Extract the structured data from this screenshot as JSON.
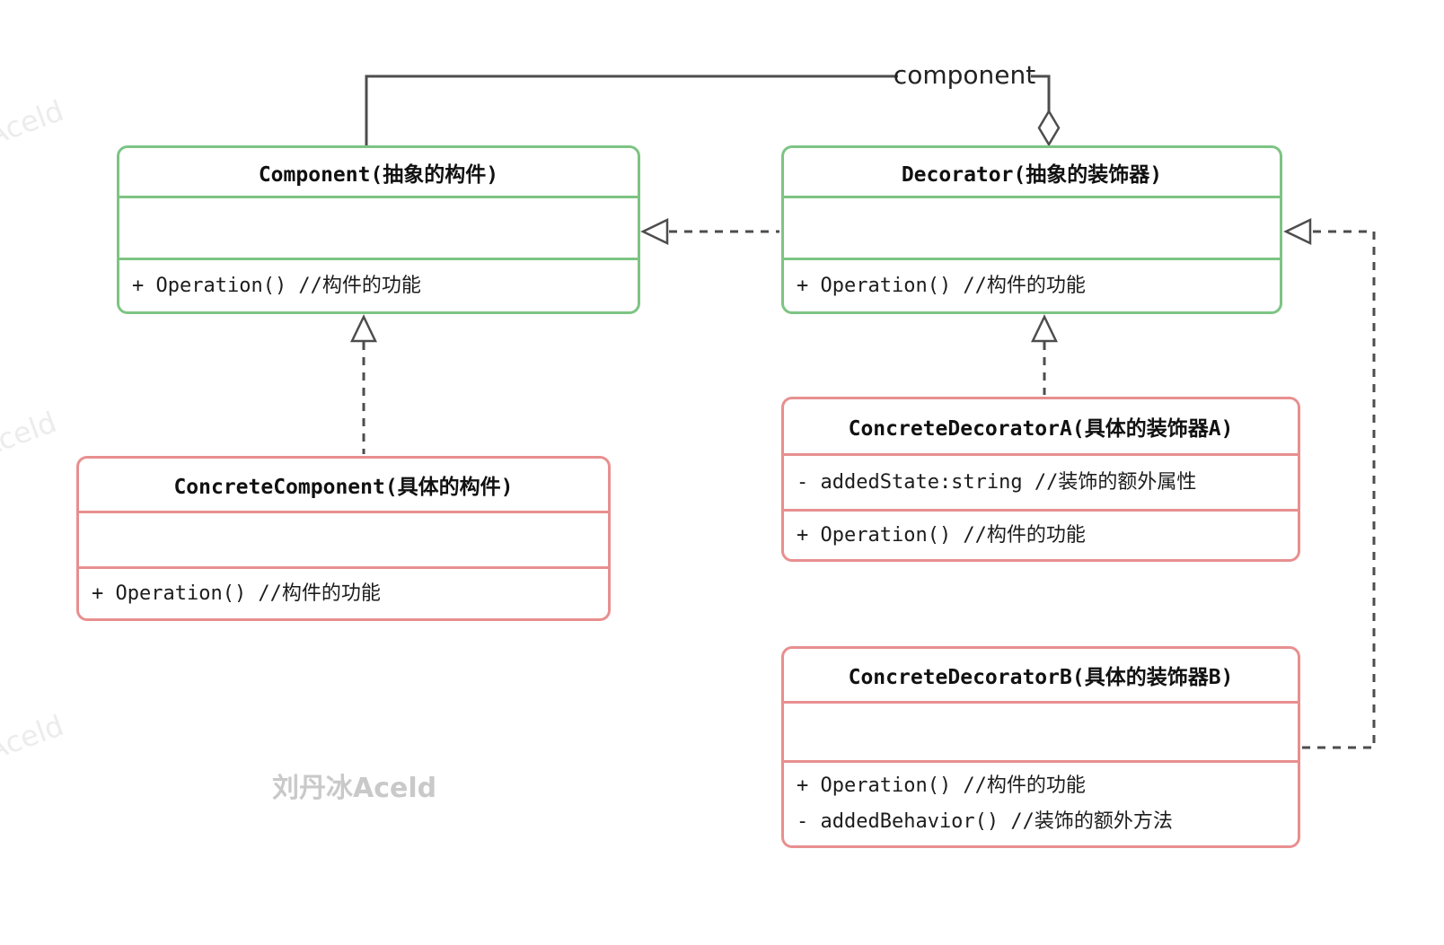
{
  "diagram": {
    "association_label": "component",
    "watermark": "刘丹冰Aceld",
    "corner_watermark": "Aceld",
    "colors": {
      "abstract_class_border": "#7dc483",
      "concrete_class_border": "#e88f8f",
      "connector_line": "#4d4d4d",
      "label_text": "#222222",
      "watermark_text": "#c9c9c9",
      "faint_watermark_text": "#ececec"
    },
    "classes": [
      {
        "id": "component",
        "title": "Component(抽象的构件)",
        "attributes": [],
        "methods": [
          "+ Operation() //构件的功能"
        ]
      },
      {
        "id": "decorator",
        "title": "Decorator(抽象的装饰器)",
        "attributes": [],
        "methods": [
          "+ Operation() //构件的功能"
        ]
      },
      {
        "id": "concrete-component",
        "title": "ConcreteComponent(具体的构件)",
        "attributes": [],
        "methods": [
          "+ Operation() //构件的功能"
        ]
      },
      {
        "id": "concrete-decorator-a",
        "title": "ConcreteDecoratorA(具体的装饰器A)",
        "attributes": [
          "- addedState:string //装饰的额外属性"
        ],
        "methods": [
          "+ Operation() //构件的功能"
        ]
      },
      {
        "id": "concrete-decorator-b",
        "title": "ConcreteDecoratorB(具体的装饰器B)",
        "attributes": [],
        "methods": [
          "+ Operation() //构件的功能",
          "- addedBehavior() //装饰的额外方法"
        ]
      }
    ]
  }
}
